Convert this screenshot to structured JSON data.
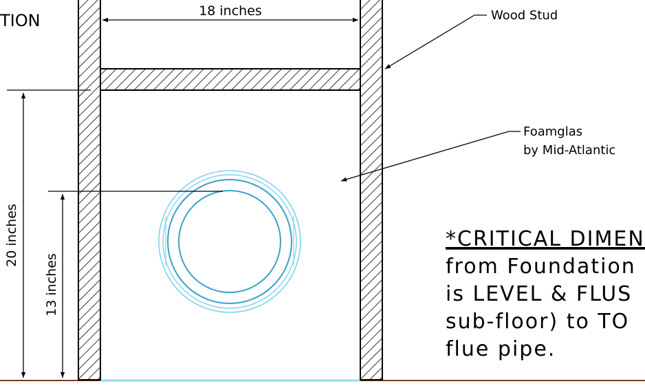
{
  "title_fragment": "TION",
  "dimensions": {
    "width_label": "18 inches",
    "height_label": "20 inches",
    "pipe_height_label": "13 inches"
  },
  "callouts": {
    "wood_stud": "Wood Stud",
    "foamglas_line1": "Foamglas",
    "foamglas_line2": "by Mid-Atlantic"
  },
  "note": {
    "heading": "*CRITICAL DIMENS",
    "line1": "from Foundation",
    "line2": "is LEVEL & FLUS",
    "line3": "sub-floor) to TO",
    "line4": "flue pipe."
  },
  "colors": {
    "line": "#000000",
    "pipe_outer": "#7fd3ec",
    "pipe_inner": "#3aa0c8",
    "floor_blue": "#8fdcf6",
    "floor_brown": "#7a3a1a"
  }
}
